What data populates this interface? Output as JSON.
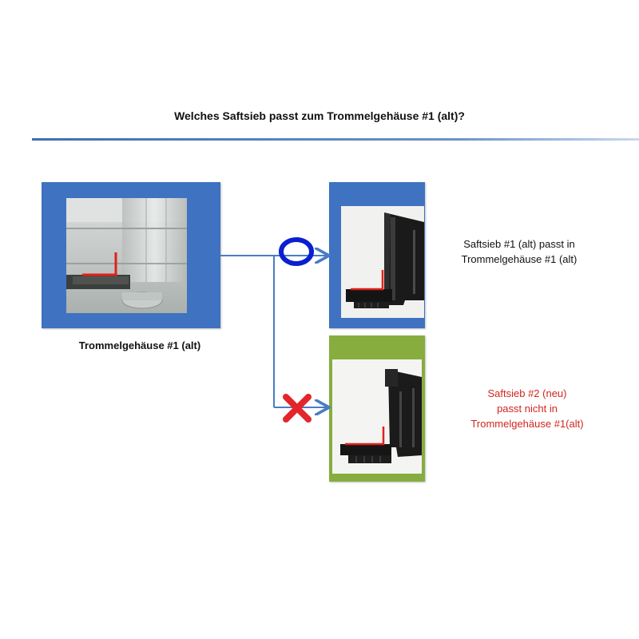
{
  "title": "Welches Saftsieb passt zum Trommelgehäuse #1 (alt)?",
  "source_label": "Trommelgehäuse #1 (alt)",
  "results": [
    {
      "symbol": "circle",
      "symbol_color": "#0a1fd0",
      "panel_color": "#3f72c0",
      "caption": "Saftsieb #1 (alt) passt in\nTrommelgehäuse #1 (alt)",
      "caption_color": "#111111"
    },
    {
      "symbol": "cross",
      "symbol_color": "#e3262b",
      "panel_color": "#86ad3e",
      "caption": "Saftsieb #2 (neu)\npasst nicht in\nTrommelgehäuse #1(alt)",
      "caption_color": "#d0261f"
    }
  ],
  "colors": {
    "arrow": "#4a7cc4",
    "rule": "#3f6fb0",
    "highlight": "#e0201c"
  }
}
